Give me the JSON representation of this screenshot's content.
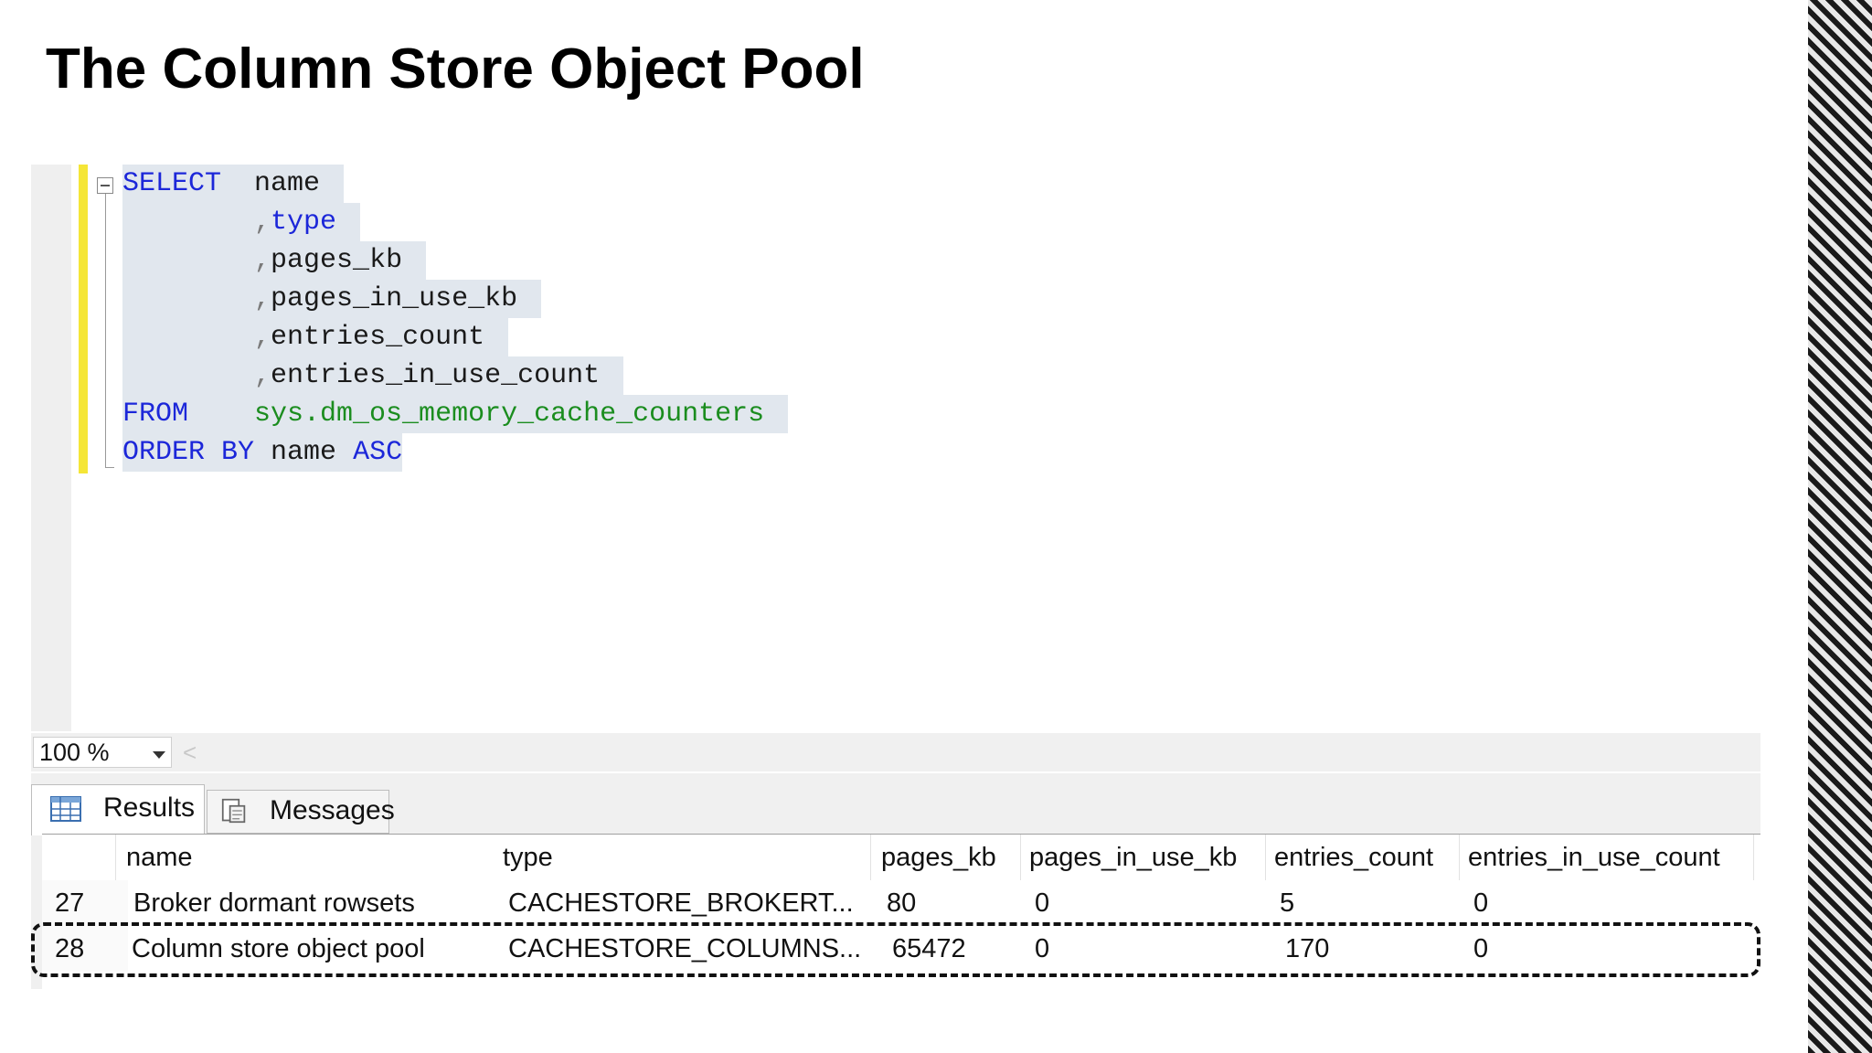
{
  "title": "The Column Store Object Pool",
  "query": {
    "line1": {
      "kw": "SELECT",
      "rest": "  name"
    },
    "line2": {
      "comma": ",",
      "kw": "type"
    },
    "line3": {
      "comma": ",",
      "text": "pages_kb"
    },
    "line4": {
      "comma": ",",
      "text": "pages_in_use_kb"
    },
    "line5": {
      "comma": ",",
      "text": "entries_count"
    },
    "line6": {
      "comma": ",",
      "text": "entries_in_use_count"
    },
    "line7": {
      "kw": "FROM",
      "obj": "sys.dm_os_memory_cache_counters"
    },
    "line8": {
      "kw": "ORDER BY",
      "text": " name ",
      "kw2": "ASC"
    }
  },
  "zoom": {
    "value": "100 %",
    "scroll_glyph": "<"
  },
  "tabs": {
    "results": "Results",
    "messages": "Messages"
  },
  "grid": {
    "columns": [
      "name",
      "type",
      "pages_kb",
      "pages_in_use_kb",
      "entries_count",
      "entries_in_use_count"
    ],
    "rows": [
      {
        "num": "27",
        "name": "Broker dormant rowsets",
        "type": "CACHESTORE_BROKERT...",
        "pages_kb": "80",
        "pages_in_use_kb": "0",
        "entries_count": "5",
        "entries_in_use_count": "0"
      },
      {
        "num": "28",
        "name": "Column store object pool",
        "type": "CACHESTORE_COLUMNS...",
        "pages_kb": "65472",
        "pages_in_use_kb": "0",
        "entries_count": "170",
        "entries_in_use_count": "0"
      }
    ]
  },
  "colors": {
    "keyword": "#1c27d9",
    "object": "#1b8d1f",
    "change_bar": "#f5e637",
    "selection": "#e1e7ee"
  },
  "icons": {
    "results_tab": "grid-icon",
    "messages_tab": "document-icon",
    "zoom_dropdown": "chevron-down-icon"
  }
}
